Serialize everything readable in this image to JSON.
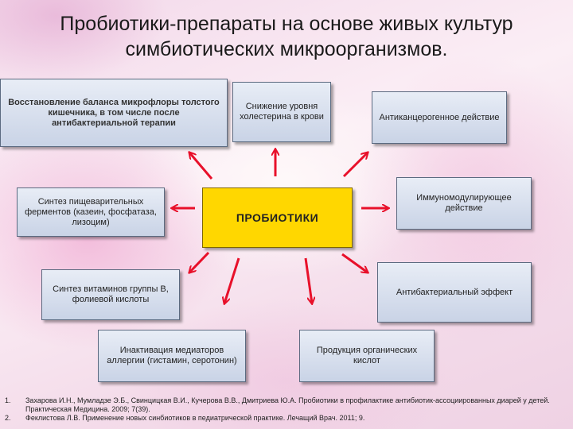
{
  "title": "Пробиотики-препараты на основе живых культур симбиотических микроорганизмов.",
  "center": "ПРОБИОТИКИ",
  "effects": {
    "flora": "Восстановление баланса микрофлоры толстого кишечника, в том числе после антибактериальной терапии",
    "cholesterol": "Снижение уровня холестерина в крови",
    "anticancer": "Антиканцерогенное действие",
    "enzymes": "Синтез пищеварительных ферментов (казеин, фосфатаза, лизоцим)",
    "immuno": "Иммуномодулирующее действие",
    "vitamins": "Синтез витаминов группы В, фолиевой кислоты",
    "antibacterial": "Антибактериальный эффект",
    "allergy": "Инактивация медиаторов аллергии (гистамин, серотонин)",
    "acids": "Продукция органических кислот"
  },
  "references": [
    {
      "num": "1.",
      "text": "Захарова И.Н., Мумладзе Э.Б., Свинцицкая В.И., Кучерова В.В., Дмитриева Ю.А. Пробиотики в профилактике антибиотик-ассоциированных диарей у детей. Практическая Медицина. 2009; 7(39)."
    },
    {
      "num": "2.",
      "text": "Феклистова Л.В. Применение новых синбиотиков в педиатрической практике. Лечащий Врач. 2011; 9."
    }
  ],
  "colors": {
    "arrow": "#e8102a",
    "center_fill": "#ffd700",
    "box_fill": "#d5ddec"
  }
}
